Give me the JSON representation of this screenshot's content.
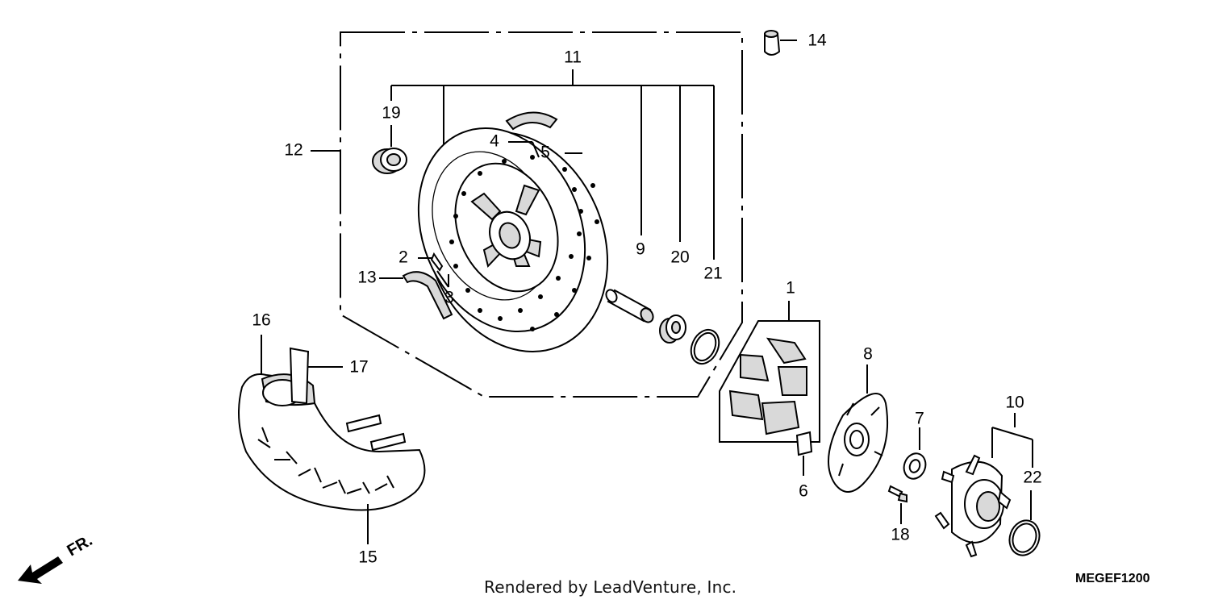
{
  "diagram": {
    "callouts": [
      {
        "id": "1",
        "label": "1"
      },
      {
        "id": "2",
        "label": "2"
      },
      {
        "id": "3",
        "label": "3"
      },
      {
        "id": "4",
        "label": "4"
      },
      {
        "id": "5",
        "label": "5"
      },
      {
        "id": "6",
        "label": "6"
      },
      {
        "id": "7",
        "label": "7"
      },
      {
        "id": "8",
        "label": "8"
      },
      {
        "id": "9",
        "label": "9"
      },
      {
        "id": "10",
        "label": "10"
      },
      {
        "id": "11",
        "label": "11"
      },
      {
        "id": "12",
        "label": "12"
      },
      {
        "id": "13",
        "label": "13"
      },
      {
        "id": "14",
        "label": "14"
      },
      {
        "id": "15",
        "label": "15"
      },
      {
        "id": "16",
        "label": "16"
      },
      {
        "id": "17",
        "label": "17"
      },
      {
        "id": "18",
        "label": "18"
      },
      {
        "id": "19",
        "label": "19"
      },
      {
        "id": "20",
        "label": "20"
      },
      {
        "id": "21",
        "label": "21"
      },
      {
        "id": "22",
        "label": "22"
      }
    ],
    "front_marker": "FR.",
    "credit": "Rendered by LeadVenture, Inc.",
    "diagram_code": "MEGEF1200",
    "colors": {
      "line": "#000000",
      "background": "#ffffff",
      "shade": "#d9d9d9"
    }
  }
}
